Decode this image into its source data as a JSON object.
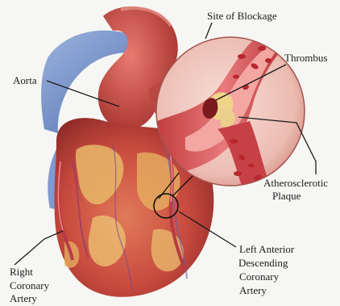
{
  "labels": {
    "site_of_blockage": "Site of Blockage",
    "aorta": "Aorta",
    "thrombus": "Thrombus",
    "atherosclerotic": "Atherosclerotic",
    "plaque": "Plaque",
    "lad_line1": "Left Anterior",
    "lad_line2": "Descending",
    "lad_line3": "Coronary",
    "lad_line4": "Artery",
    "rca_line1": "Right",
    "rca_line2": "Coronary",
    "rca_line3": "Artery"
  },
  "colors": {
    "background": "#f6f6f4",
    "heart_muscle": "#c84a3e",
    "fat_tissue": "#e8b86a",
    "aorta": "#c2443c",
    "vein_blue": "#6f8fc8",
    "magnified_circle": "#f1c9c1",
    "artery_wall": "#d9575a",
    "blood_cell": "#b8262e",
    "plaque": "#f0d48a",
    "leader_line": "#1b1b1b"
  }
}
